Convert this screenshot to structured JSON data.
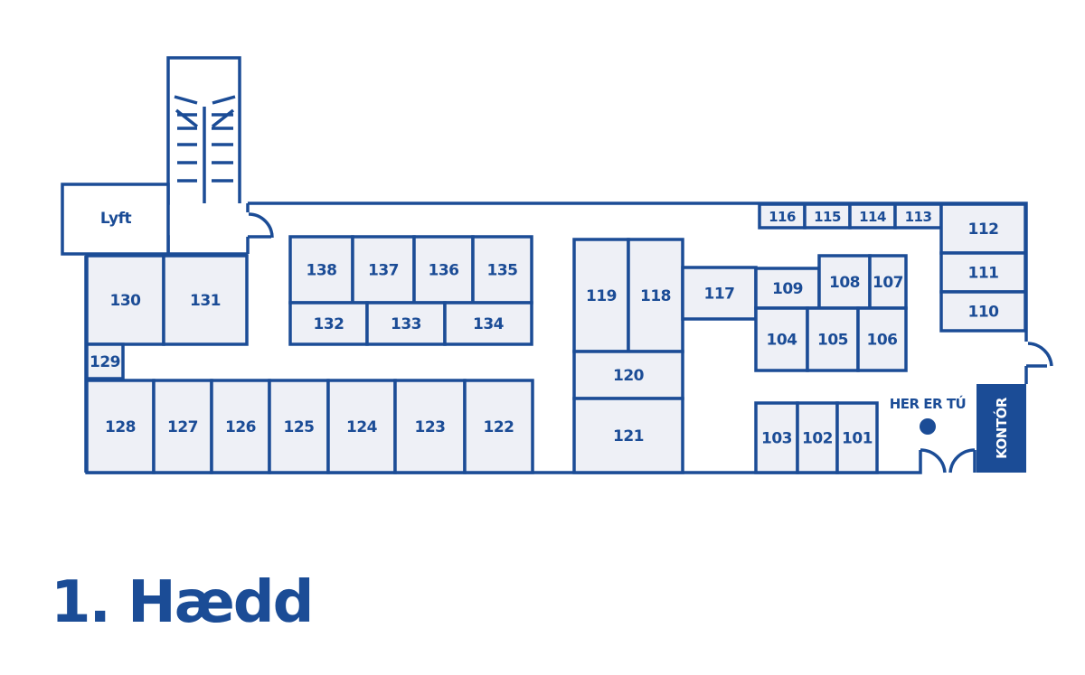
{
  "title": "1. Hædd",
  "labels": {
    "lift": "Lyft",
    "you_are_here": "HER ER TÚ",
    "office": "KONTÓR"
  },
  "rooms": {
    "r101": "101",
    "r102": "102",
    "r103": "103",
    "r104": "104",
    "r105": "105",
    "r106": "106",
    "r107": "107",
    "r108": "108",
    "r109": "109",
    "r110": "110",
    "r111": "111",
    "r112": "112",
    "r113": "113",
    "r114": "114",
    "r115": "115",
    "r116": "116",
    "r117": "117",
    "r118": "118",
    "r119": "119",
    "r120": "120",
    "r121": "121",
    "r122": "122",
    "r123": "123",
    "r124": "124",
    "r125": "125",
    "r126": "126",
    "r127": "127",
    "r128": "128",
    "r129": "129",
    "r130": "130",
    "r131": "131",
    "r132": "132",
    "r133": "133",
    "r134": "134",
    "r135": "135",
    "r136": "136",
    "r137": "137",
    "r138": "138"
  },
  "colors": {
    "primary": "#1b4c96",
    "room_fill": "#eef0f6"
  }
}
